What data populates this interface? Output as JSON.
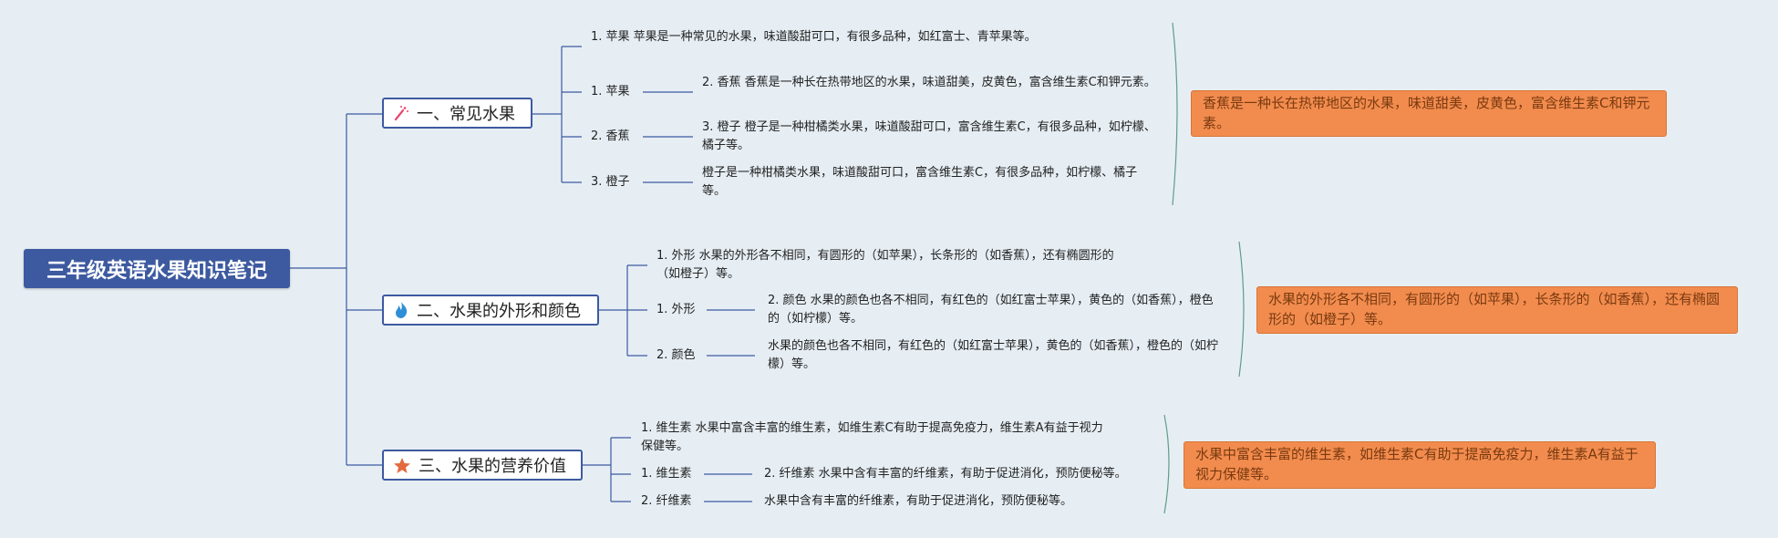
{
  "root": {
    "title": "三年级英语水果知识笔记"
  },
  "branches": [
    {
      "title": "一、常见水果",
      "icon": "magic-wand-icon",
      "intro": "1. 苹果 苹果是一种常见的水果，味道酸甜可口，有很多品种，如红富士、青苹果等。",
      "children": [
        {
          "label": "1. 苹果",
          "detail": "2. 香蕉 香蕉是一种长在热带地区的水果，味道甜美，皮黄色，富含维生素C和钾元素。"
        },
        {
          "label": "2. 香蕉",
          "detail": "3. 橙子 橙子是一种柑橘类水果，味道酸甜可口，富含维生素C，有很多品种，如柠檬、橘子等。"
        },
        {
          "label": "3. 橙子",
          "detail": "橙子是一种柑橘类水果，味道酸甜可口，富含维生素C，有很多品种，如柠檬、橘子等。"
        }
      ],
      "note": "香蕉是一种长在热带地区的水果，味道甜美，皮黄色，富含维生素C和钾元素。"
    },
    {
      "title": "二、水果的外形和颜色",
      "icon": "flame-icon",
      "intro": "1. 外形 水果的外形各不相同，有圆形的（如苹果），长条形的（如香蕉），还有椭圆形的（如橙子）等。",
      "children": [
        {
          "label": "1. 外形",
          "detail": "2. 颜色 水果的颜色也各不相同，有红色的（如红富士苹果），黄色的（如香蕉），橙色的（如柠檬）等。"
        },
        {
          "label": "2. 颜色",
          "detail": "水果的颜色也各不相同，有红色的（如红富士苹果），黄色的（如香蕉），橙色的（如柠檬）等。"
        }
      ],
      "note": "水果的外形各不相同，有圆形的（如苹果），长条形的（如香蕉），还有椭圆形的（如橙子）等。"
    },
    {
      "title": "三、水果的营养价值",
      "icon": "star-icon",
      "intro": "1. 维生素 水果中富含丰富的维生素，如维生素C有助于提高免疫力，维生素A有益于视力保健等。",
      "children": [
        {
          "label": "1. 维生素",
          "detail": "2. 纤维素 水果中含有丰富的纤维素，有助于促进消化，预防便秘等。"
        },
        {
          "label": "2. 纤维素",
          "detail": "水果中含有丰富的纤维素，有助于促进消化，预防便秘等。"
        }
      ],
      "note": "水果中富含丰富的维生素，如维生素C有助于提高免疫力，维生素A有益于视力保健等。"
    }
  ],
  "colors": {
    "background": "#e6eef4",
    "root": "#3d5aa0",
    "connector": "#3d5aa0",
    "note_fill": "#f28c4e",
    "note_text": "#7a3a10",
    "bracket": "#5f9d86"
  }
}
